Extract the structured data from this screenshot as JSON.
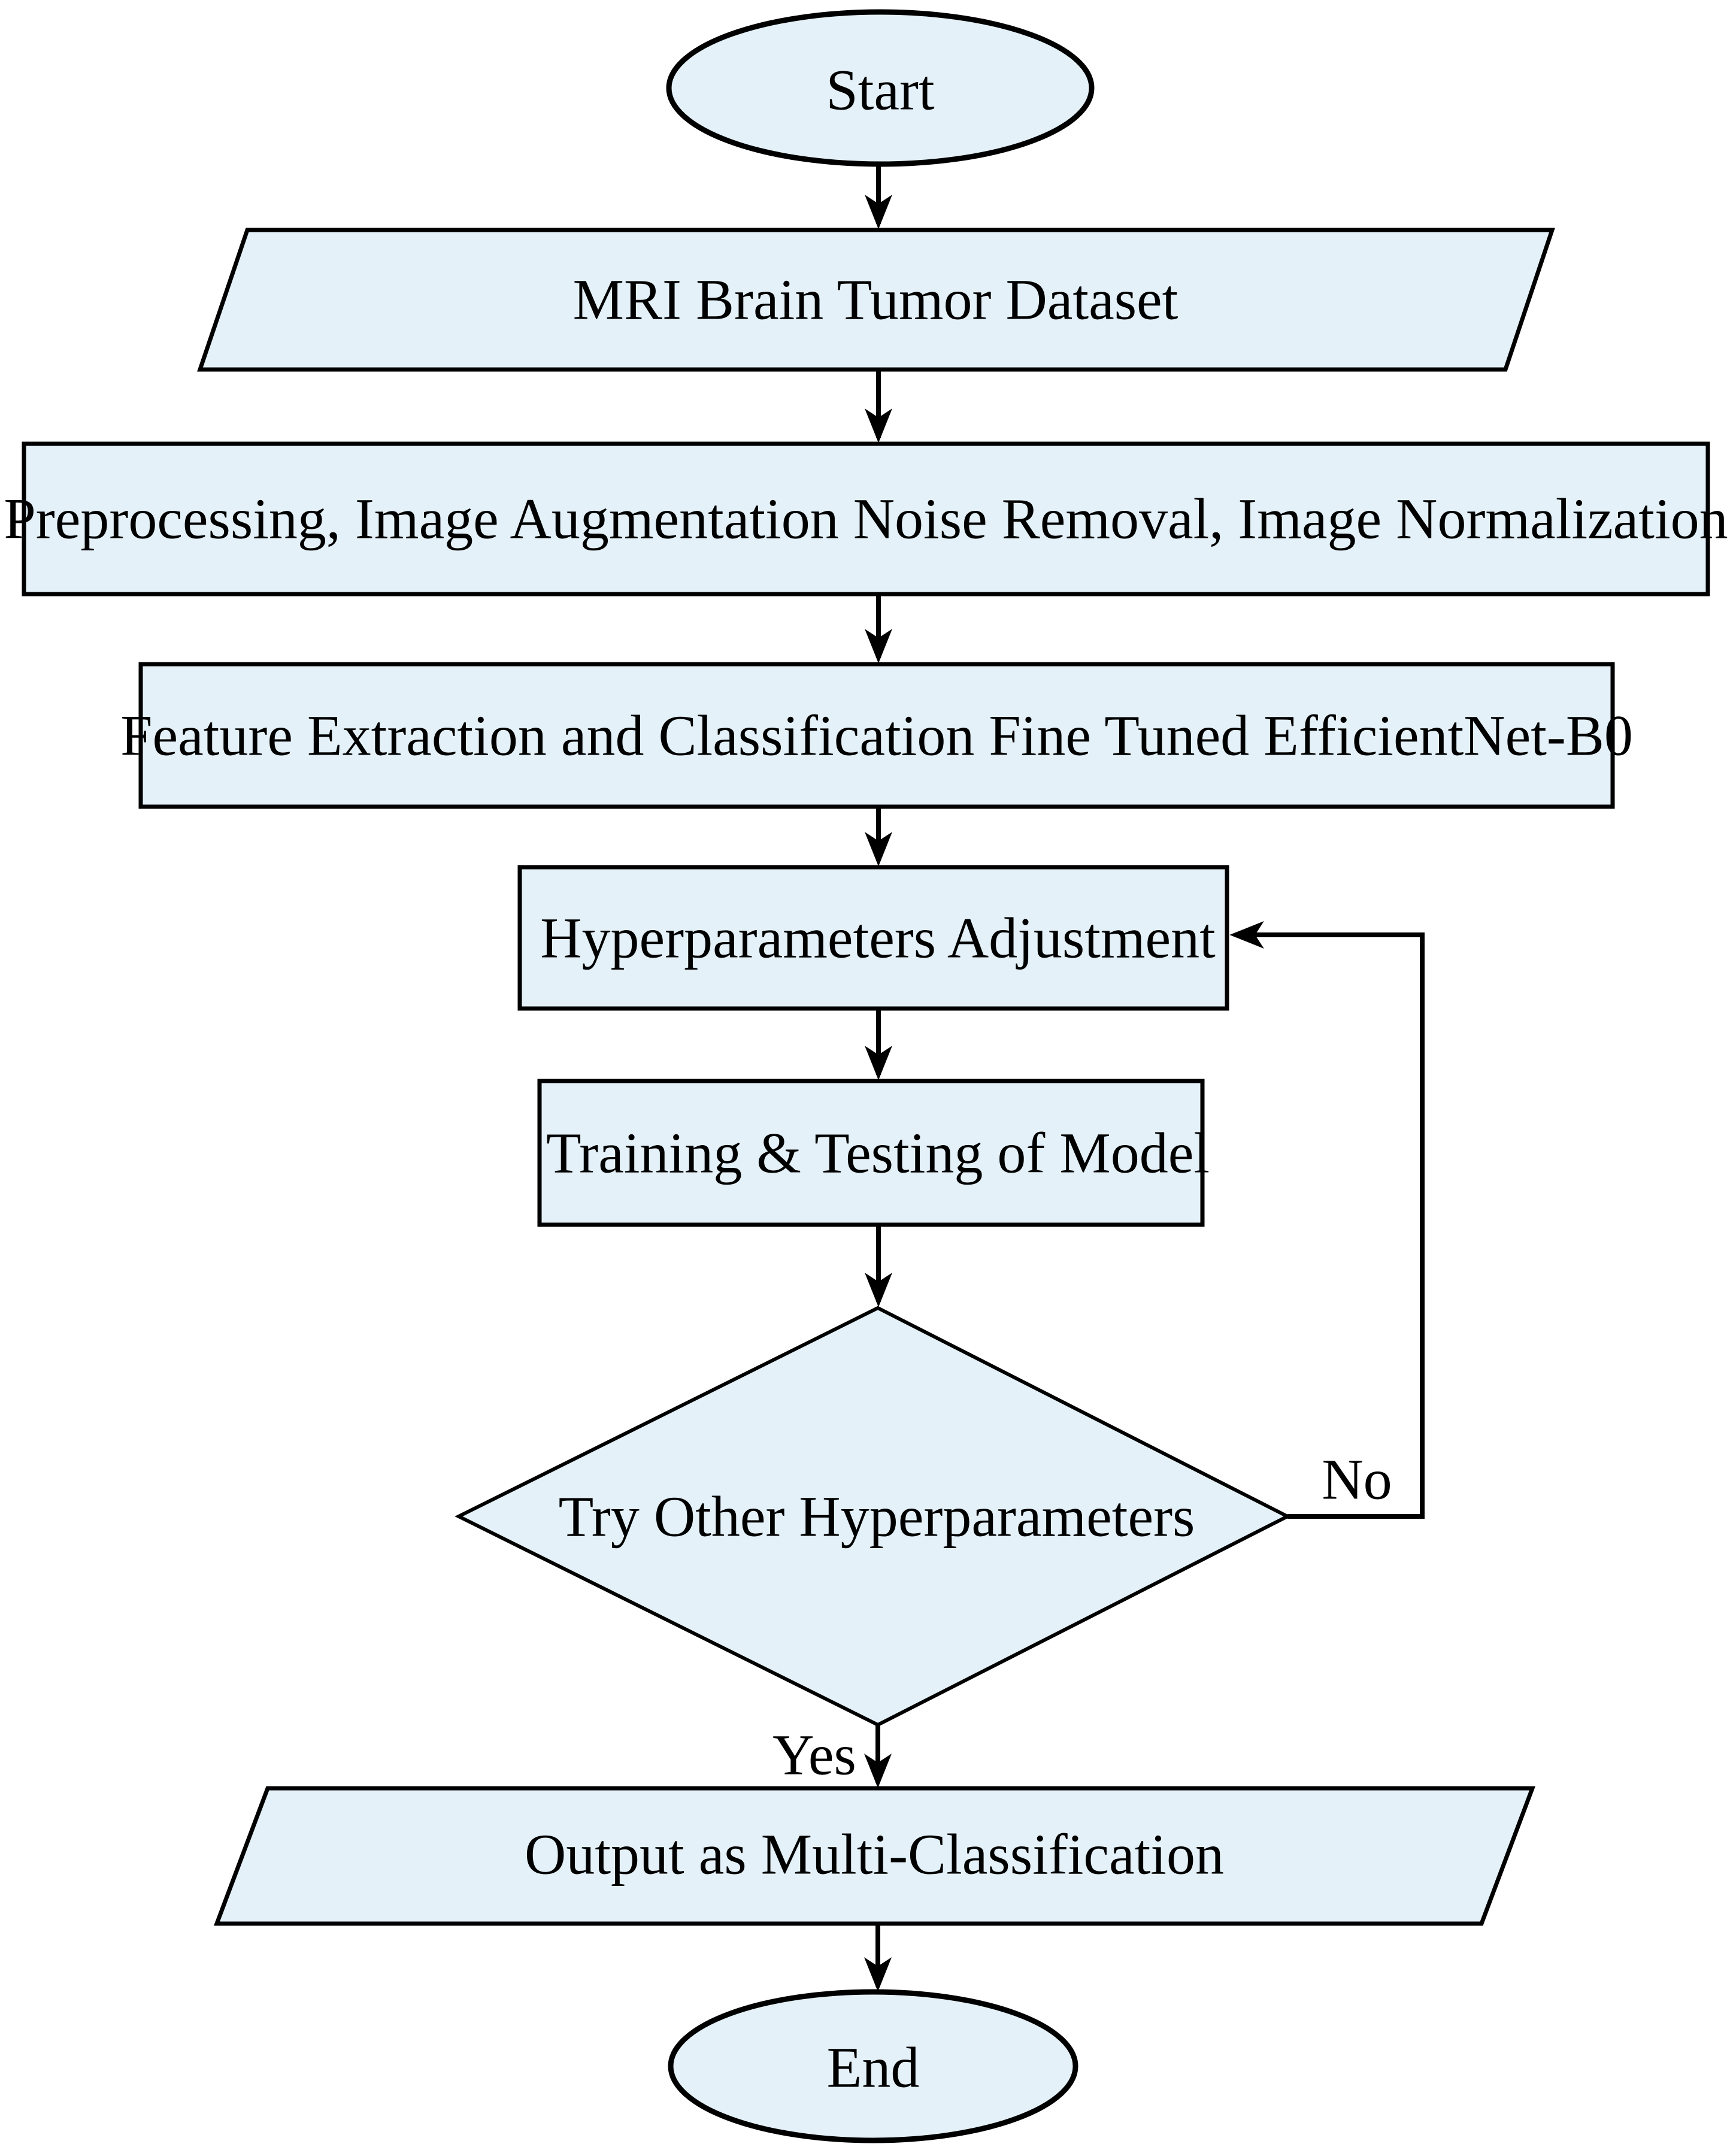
{
  "diagram": {
    "background": "#ffffff",
    "node_fill": "#e4f1f8",
    "node_border": "#000000",
    "nodes": {
      "start": {
        "type": "terminator",
        "label": "Start"
      },
      "dataset": {
        "type": "data",
        "label": "MRI Brain Tumor Dataset"
      },
      "preprocessing": {
        "type": "process",
        "label": "Preprocessing, Image Augmentation Noise Removal, Image Normalization"
      },
      "feature_extraction": {
        "type": "process",
        "label": "Feature Extraction and Classification Fine Tuned EfficientNet-B0"
      },
      "hyperparameter_adjustment": {
        "type": "process",
        "label": "Hyperparameters Adjustment"
      },
      "training_testing": {
        "type": "process",
        "label": "Training & Testing of Model"
      },
      "decision": {
        "type": "decision",
        "label": "Try Other Hyperparameters"
      },
      "output": {
        "type": "data",
        "label": "Output as Multi-Classification"
      },
      "end": {
        "type": "terminator",
        "label": "End"
      }
    },
    "edges": {
      "decision_yes": {
        "label": "Yes"
      },
      "decision_no": {
        "label": "No"
      }
    }
  }
}
